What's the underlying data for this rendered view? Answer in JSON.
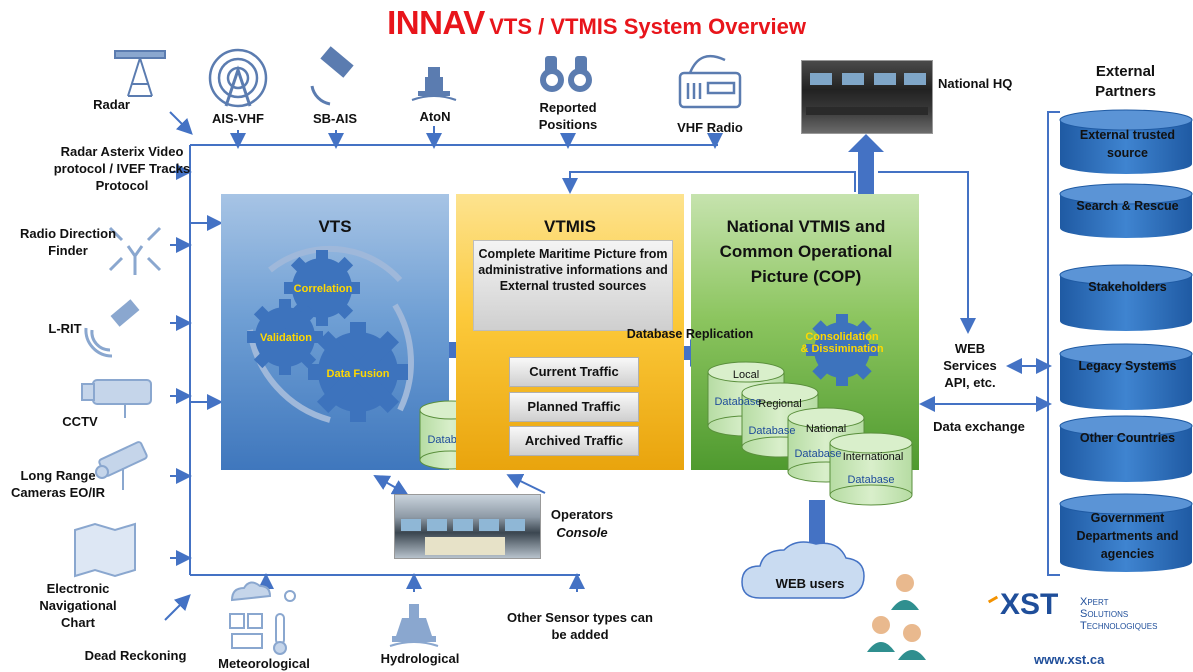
{
  "title": {
    "brand": "INNAV",
    "rest": "VTS / VTMIS System Overview"
  },
  "sensors_left": {
    "radar": "Radar",
    "asterix": "Radar Asterix Video protocol / IVEF Tracks Protocol",
    "rdf": "Radio Direction Finder",
    "lrit": "L-RIT",
    "cctv": "CCTV",
    "cameras": "Long Range Cameras EO/IR",
    "enc": "Electronic Navigational Chart",
    "dead_reckoning": "Dead Reckoning"
  },
  "sensors_top": {
    "ais_vhf": "AIS-VHF",
    "sb_ais": "SB-AIS",
    "aton": "AtoN",
    "reported": "Reported Positions",
    "vhf_radio": "VHF Radio"
  },
  "sensors_bottom": {
    "meteorological": "Meteorological",
    "hydrological": "Hydrological",
    "other_sensor": "Other Sensor types can be added"
  },
  "vts": {
    "title": "VTS",
    "gears": [
      "Correlation",
      "Validation",
      "Data Fusion"
    ],
    "database": "Database"
  },
  "vtmis": {
    "title": "VTMIS",
    "picture": "Complete Maritime Picture from administrative informations and External trusted sources",
    "traffic": [
      "Current Traffic",
      "Planned Traffic",
      "Archived Traffic"
    ]
  },
  "cop": {
    "title": "National VTMIS and Common Operational Picture (COP)",
    "gear": "Consolidation & Dissimination",
    "databases": [
      "Local",
      "Regional",
      "National",
      "International"
    ],
    "database_word": "Database"
  },
  "db_replication": "Database Replication",
  "national_hq": "National HQ",
  "web_services": "WEB Services API, etc.",
  "data_exchange": "Data exchange",
  "operators": {
    "line1": "Operators",
    "line2": "Console"
  },
  "web_users": "WEB users",
  "external": {
    "title": "External Partners",
    "items": [
      "External trusted source",
      "Search & Rescue",
      "Stakeholders",
      "Legacy Systems",
      "Other Countries",
      "Government Departments and agencies"
    ]
  },
  "logo": {
    "mark": "XST",
    "line1": "Xpert",
    "line2": "Solutions",
    "line3": "Technologiques",
    "url": "www.xst.ca"
  },
  "colors": {
    "title_red": "#e8151b",
    "arrow_blue": "#4472c4",
    "cylinder_blue": "#2f6db5",
    "vts_blue": "#4f86c6",
    "vtmis_yellow": "#fcc93a",
    "cop_green": "#70ad47"
  }
}
